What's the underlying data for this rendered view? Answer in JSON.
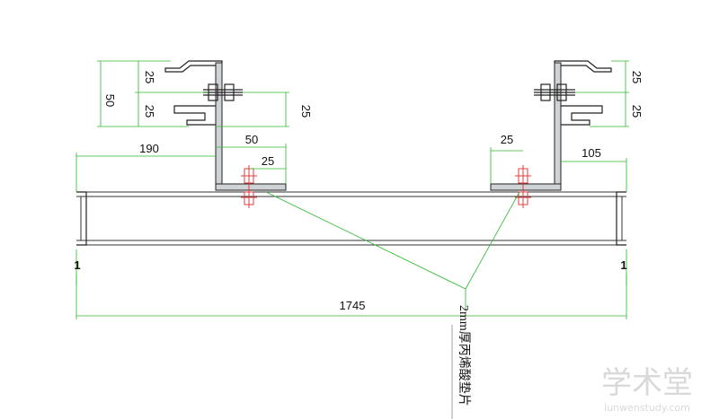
{
  "dimensions": {
    "left_top_25a": "25",
    "left_top_25b": "25",
    "left_50": "50",
    "left_mid_25": "25",
    "left_190": "190",
    "left_50b": "50",
    "left_25c": "25",
    "right_top_25a": "25",
    "right_top_25b": "25",
    "right_25c": "25",
    "right_105": "105",
    "total_1745": "1745"
  },
  "section_marks": {
    "left": "1",
    "right": "1"
  },
  "note": "2mm厚丙烯酸垫片",
  "watermark": {
    "title": "学术堂",
    "url": "lunwenstudy.com"
  },
  "colors": {
    "dimension": "#2db82d",
    "bolt": "#e23b3b",
    "steel": "#222222"
  }
}
